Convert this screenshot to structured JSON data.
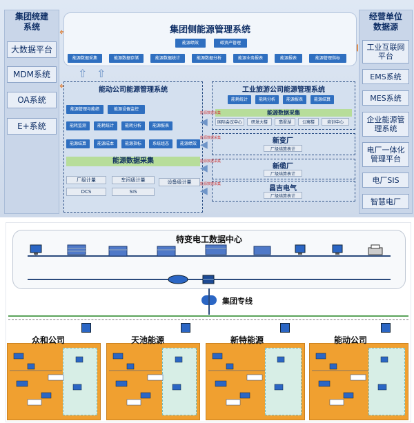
{
  "left_panel": {
    "title": "集团统建\n系统",
    "items": [
      "大数据平台",
      "MDM系统",
      "OA系统",
      "E+系统"
    ]
  },
  "right_panel": {
    "title": "经营单位\n数据源",
    "items": [
      "工业互联网\n平台",
      "EMS系统",
      "MES系统",
      "企业能源管\n理系统",
      "电厂一体化\n管理平台",
      "电厂SIS",
      "智慧电厂"
    ]
  },
  "group_system": {
    "title": "集团侧能源管理系统",
    "row1": [
      "能源绩效",
      "碳资产管理"
    ],
    "row2": [
      "能源数据采集",
      "能源数据存储",
      "能源数据统计",
      "能源数据分析",
      "能源业务报表",
      "能源报表",
      "能源管理指标"
    ]
  },
  "energy_company": {
    "title": "能动公司能源管理系统",
    "row1": [
      "能源管理与能绩",
      "能源设备监控"
    ],
    "row2": [
      "能耗监测",
      "能耗统计",
      "能耗分析",
      "能源报表"
    ],
    "row3": [
      "能源结算",
      "能源成本",
      "能源指标",
      "系统组态",
      "能源绩效"
    ],
    "collect": "能源数据采集",
    "boxes": [
      "厂级计量",
      "车间级计量",
      "设备级计量",
      "DCS",
      "SIS"
    ]
  },
  "tourism_company": {
    "title": "工业旅游公司能源管理系统",
    "buttons": [
      "能耗统计",
      "能耗分析",
      "能源报表",
      "能源结算"
    ],
    "collect": "能源数据采集",
    "sites": [
      "国际会议中心",
      "研发大楼",
      "翡翠湖",
      "公寓楼",
      "培训中心"
    ]
  },
  "plants": [
    {
      "name": "新变厂",
      "sub": "厂级结算表计"
    },
    {
      "name": "新缆厂",
      "sub": "厂级结算表计"
    },
    {
      "name": "昌吉电气",
      "sub": "厂级结算表计"
    }
  ],
  "red_tags": [
    "能源数据采集",
    "能源数据采集",
    "能源数据采集",
    "能源数据采集"
  ],
  "data_center": {
    "title": "特变电工数据中心"
  },
  "network": {
    "label": "集团专线"
  },
  "companies": [
    "众和公司",
    "天池能源",
    "新特能源",
    "能动公司"
  ],
  "colors": {
    "accent": "#2f6fc0",
    "arrow": "#e07b2e",
    "green": "#5aa35a",
    "company": "#f0a030"
  }
}
